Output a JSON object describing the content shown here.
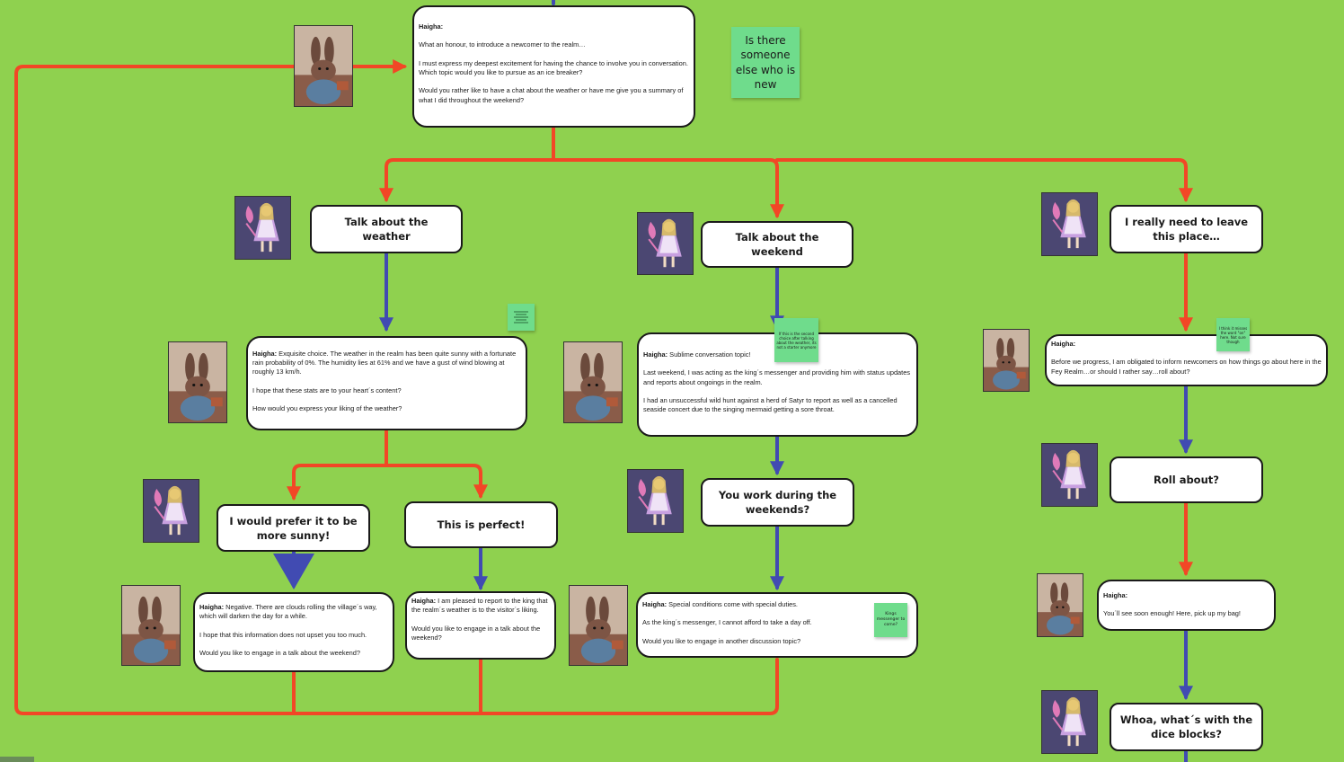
{
  "dialog": {
    "intro": {
      "speaker": "Haigha:",
      "lines": [
        "What an honour, to introduce a newcomer to the realm…",
        "I must express my deepest excitement for having the chance to involve you in conversation. Which topic would you like to pursue as an ice breaker?",
        "Would you rather like to have a chat about the weather or have me give you a summary of what I did throughout the weekend?"
      ]
    },
    "weather": {
      "speaker": "Haigha:",
      "lines": [
        "Exquisite choice. The weather in the realm has been quite sunny with a fortunate rain probability of 0%. The humidity lies at 61% and we have a gust of wind blowing at roughly 13 km/h.",
        "I hope that these stats are to your heart´s content?",
        "How would you express your liking of the weather?"
      ]
    },
    "weekend": {
      "speaker": "Haigha:",
      "lines": [
        "Sublime conversation topic!",
        "Last weekend, I was acting as the king´s messenger and providing him with status updates and reports about ongoings in the realm.",
        "I had an unsuccessful wild hunt against a herd of Satyr to report as well as a cancelled seaside concert due to the singing mermaid getting a sore throat."
      ]
    },
    "fey": {
      "speaker": "Haigha:",
      "lines": [
        "Before we progress, I am obligated to inform newcomers on how things go about here in the Fey Realm…or should I rather say…roll about?"
      ]
    },
    "sunny": {
      "speaker": "Haigha:",
      "lines": [
        "Negative. There are clouds rolling the village´s way, which will darken the day for a while.",
        "I hope that this information does not upset you too much.",
        "Would you like to engage in a talk about the weekend?"
      ]
    },
    "perfect": {
      "speaker": "Haigha:",
      "lines": [
        "I am pleased to report to the king that the realm´s weather is to the visitor´s liking.",
        "Would you like to engage in a talk about the weekend?"
      ]
    },
    "special": {
      "speaker": "Haigha:",
      "lines": [
        "Special conditions come with special duties.",
        "As the king´s messenger, I cannot afford to take a day off.",
        "Would you like to engage in another discussion topic?"
      ]
    },
    "bag": {
      "speaker": "Haigha:",
      "lines": [
        "You´ll see soon enough! Here, pick up my bag!"
      ]
    }
  },
  "choices": {
    "weather": "Talk about the weather",
    "weekend": "Talk about the weekend",
    "leave": "I really need to leave this place…",
    "sunny": "I would prefer it to be more sunny!",
    "perfect": "This is perfect!",
    "work": "You work during the weekends?",
    "roll": "Roll about?",
    "dice": "Whoa, what´s with the dice blocks?"
  },
  "stickies": {
    "newcomer": "Is there someone else who is new",
    "second_choice": "If this is the second choice after talking about the weather, its not a starter anymore",
    "misses_word": "I think it misses the word \"on\" here. Not sure though",
    "kings_messenger": "Kings messenger to come?"
  },
  "colors": {
    "background": "#8fd14f",
    "red_connector": "#f24726",
    "blue_connector": "#414bb2",
    "sticky": "#6fdc8c",
    "node_border": "#1a1a1a"
  },
  "icons": {
    "hare": "hare-portrait-icon",
    "alice": "alice-portrait-icon",
    "note": "note-lines-icon"
  }
}
